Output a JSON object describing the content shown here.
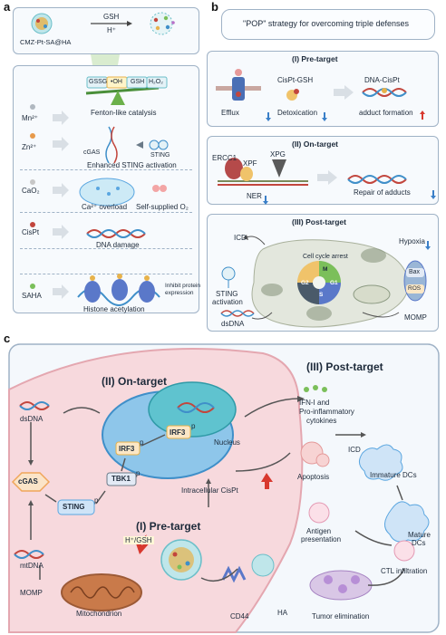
{
  "panel_labels": {
    "a": "a",
    "b": "b",
    "c": "c"
  },
  "panel_a": {
    "top": {
      "nanoparticle_label": "CMZ-Pt-SA@HA",
      "reaction_top": "GSH",
      "reaction_bottom": "H⁺"
    },
    "rows": [
      {
        "ion": "Mn²⁺",
        "labels": [
          "GSSG",
          "•OH",
          "GSH",
          "H₂O₂"
        ],
        "caption": "Fenton-like catalysis"
      },
      {
        "ion": "Zn²⁺",
        "labels": [
          "cGAS",
          "STING"
        ],
        "caption": "Enhanced STING activation"
      },
      {
        "ion": "CaO₂",
        "labels": [
          "Ca²⁺ overload",
          "Self-supplied O₂"
        ],
        "caption": ""
      },
      {
        "ion": "CisPt",
        "labels": [],
        "caption": "DNA  damage"
      },
      {
        "ion": "SAHA",
        "labels": [
          "Inhibit protein",
          "expression"
        ],
        "caption": "Histone acetylation"
      }
    ]
  },
  "panel_b": {
    "header": "\"POP\" strategy for overcoming triple defenses",
    "pre": {
      "title": "(I) Pre-target",
      "efflux": "Efflux",
      "cispt_gsh": "CisPt-GSH",
      "detox": "Detoxication",
      "dna_cispt": "DNA-CisPt",
      "adduct": "adduct formation"
    },
    "on": {
      "title": "(II) On-target",
      "ercc1": "ERCC1",
      "xpf": "XPF",
      "xpg": "XPG",
      "ner": "NER",
      "repair": "Repair of adducts"
    },
    "post": {
      "title": "(III) Post-target",
      "icd": "ICD",
      "arrest": "Cell cycle arrest",
      "phases": [
        "M",
        "G1",
        "S",
        "G2"
      ],
      "hypoxia": "Hypoxia",
      "bax": "Bax",
      "ros": "ROS",
      "sting": "STING",
      "activation": "activation",
      "dsdna": "dsDNA",
      "momp": "MOMP"
    }
  },
  "panel_c": {
    "on_target": "(II) On-target",
    "pre_target": "(I) Pre-target",
    "post_target": "(III) Post-target",
    "dsdna": "dsDNA",
    "cgas": "cGAS",
    "sting": "STING",
    "p": "p",
    "tbk1": "TBK1",
    "irf3": "IRF3",
    "nucleus": "Nucleus",
    "intracellular": "Intracellular CisPt",
    "h_gsh": "H⁺/GSH",
    "mtdna": "mtDNA",
    "momp": "MOMP",
    "mito": "Mitochondrion",
    "cd44": "CD44",
    "ha": "HA",
    "ifn1": "IFN-I and",
    "ifn2": "Pro-inflammatory",
    "ifn3": "cytokines",
    "apoptosis": "Apoptosis",
    "icd": "ICD",
    "immature": "Immature DCs",
    "mature1": "Mature",
    "mature2": "DCs",
    "antigen1": "Antigen",
    "antigen2": "presentation",
    "ctl": "CTL infiltration",
    "tumor": "Tumor elimination"
  },
  "colors": {
    "border": "#9fb2c6",
    "panel_bg": "#f7fafd",
    "cell_pink": "#f7d9dd",
    "nucleus_teal": "#5fc3cf",
    "er_blue": "#3f8fc9",
    "cgas_orange": "#f0a65a",
    "sting_blue": "#5aa6e0",
    "arrow_red": "#d8382e",
    "arrow_blue": "#3a7fc8",
    "mito_brown": "#9c5a36"
  }
}
